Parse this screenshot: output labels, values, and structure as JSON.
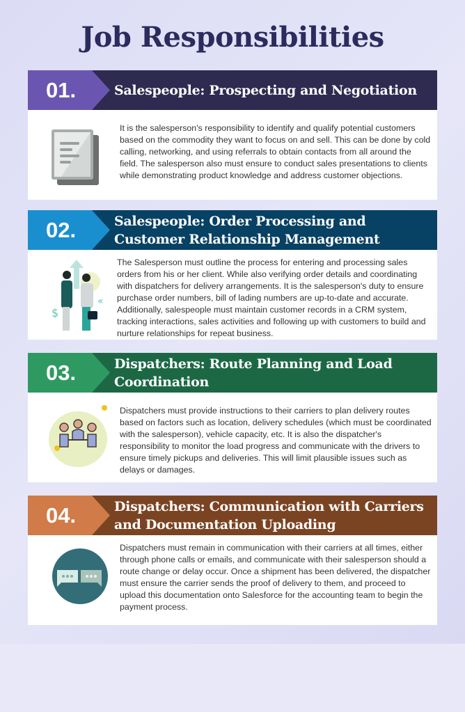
{
  "title": "Job Responsibilities",
  "sections": [
    {
      "number": "01.",
      "title": "Salespeople: Prospecting and Negotiation",
      "icon": "document-icon",
      "numColor": "#6a56b0",
      "hdrColor": "#2e2a50",
      "text": "It is the salesperson's responsibility to identify and qualify potential customers based on the commodity they want to focus on and sell. This can be done by cold calling, networking, and using referrals to obtain contacts from all around the field.  The salesperson also must ensure to conduct sales presentations to clients while demonstrating product knowledge and address customer objections."
    },
    {
      "number": "02.",
      "title": "Salespeople: Order Processing and Customer Relationship Management",
      "icon": "handshake-icon",
      "numColor": "#1a8fd0",
      "hdrColor": "#074163",
      "text": "The Salesperson must outline the process for entering and processing sales orders from his or her client. While also verifying order details and coordinating with dispatchers for delivery arrangements.  It is the salesperson's duty to ensure purchase order numbers, bill of lading numbers are up-to-date and accurate. Additionally, salespeople must maintain customer records in a CRM system, tracking interactions, sales activities and following up with customers to build and nurture relationships for repeat business."
    },
    {
      "number": "03.",
      "title": "Dispatchers: Route Planning and Load Coordination",
      "icon": "meeting-icon",
      "numColor": "#2e9a62",
      "hdrColor": "#1c6845",
      "text": "Dispatchers must provide instructions to their carriers to plan delivery routes based on factors such as location, delivery schedules (which must be coordinated with the salesperson), vehicle capacity, etc. It is also the dispatcher's responsibility to monitor the load progress and communicate with the drivers to ensure timely pickups and deliveries. This will limit plausible issues such as delays or damages."
    },
    {
      "number": "04.",
      "title": "Dispatchers: Communication with Carriers and Documentation Uploading",
      "icon": "chat-icon",
      "numColor": "#d07b48",
      "hdrColor": "#7a4423",
      "text": "Dispatchers must remain in communication with their carriers at all times, either through phone calls or emails, and communicate with their salesperson should a route change or delay occur. Once a shipment has been delivered, the dispatcher must ensure the carrier sends the proof of delivery to them, and proceed to upload this documentation onto Salesforce for the accounting team to begin the payment process."
    }
  ]
}
